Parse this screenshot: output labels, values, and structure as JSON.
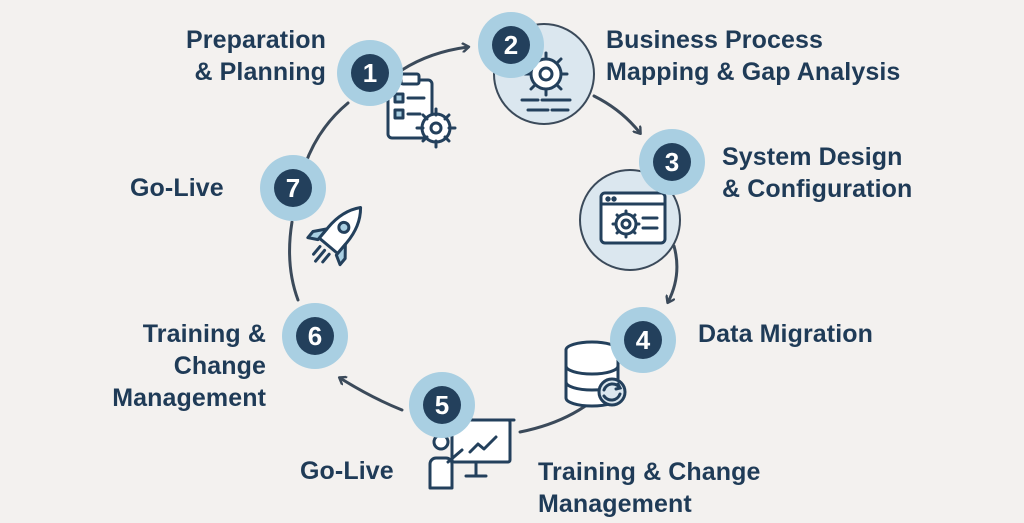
{
  "steps": [
    {
      "number": "1",
      "label": "Preparation\n& Planning",
      "icon": "clipboard-gear-icon"
    },
    {
      "number": "2",
      "label": "Business Process\nMapping & Gap Analysis",
      "icon": "gear-process-icon"
    },
    {
      "number": "3",
      "label": "System Design\n& Configuration",
      "icon": "window-gear-icon"
    },
    {
      "number": "4",
      "label": "Data Migration",
      "icon": "database-sync-icon"
    },
    {
      "number": "5",
      "label": "Training & Change\nManagement",
      "icon": "presenter-board-icon"
    },
    {
      "number": "6",
      "label": "Training &\nChange\nManagement",
      "icon": ""
    },
    {
      "number": "7",
      "label": "Go-Live",
      "icon": "rocket-icon"
    }
  ],
  "extra_label": "Go-Live",
  "colors": {
    "background": "#f3f1ef",
    "badge_fill": "#a9cfe2",
    "badge_dark": "#23405c",
    "icon_circle": "#dbe7ef",
    "text": "#1f3b57",
    "ring": "#3b4a5a"
  }
}
